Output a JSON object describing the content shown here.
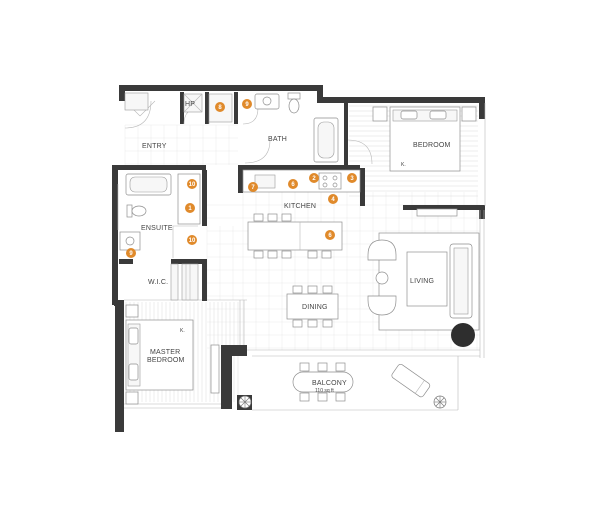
{
  "rooms": {
    "hp": "HP",
    "entry": "ENTRY",
    "bath": "BATH",
    "bedroom": "BEDROOM",
    "bedroom_k": "K.",
    "kitchen": "KITCHEN",
    "ensuite": "ENSUITE",
    "wic": "W.I.C.",
    "living": "LIVING",
    "dining": "DINING",
    "master_line1": "MASTER",
    "master_line2": "BEDROOM",
    "master_k": "K.",
    "balcony": "BALCONY",
    "balcony_area": "110 sq ft"
  },
  "markers": [
    {
      "id": "m-8-hp",
      "text": "8"
    },
    {
      "id": "m-9-bath",
      "text": "9"
    },
    {
      "id": "m-10-top",
      "text": "10"
    },
    {
      "id": "m-1",
      "text": "1"
    },
    {
      "id": "m-10-low",
      "text": "10"
    },
    {
      "id": "m-9-ensuite",
      "text": "9"
    },
    {
      "id": "m-7",
      "text": "7"
    },
    {
      "id": "m-6-kitchen",
      "text": "6"
    },
    {
      "id": "m-2",
      "text": "2"
    },
    {
      "id": "m-3",
      "text": "3"
    },
    {
      "id": "m-4",
      "text": "4"
    },
    {
      "id": "m-6-island",
      "text": "6"
    }
  ],
  "colors": {
    "wall": "#3a3a3a",
    "marker": "#e08a2b",
    "grid": "#e9e9e9",
    "furniture_stroke": "#8f8f8f"
  }
}
